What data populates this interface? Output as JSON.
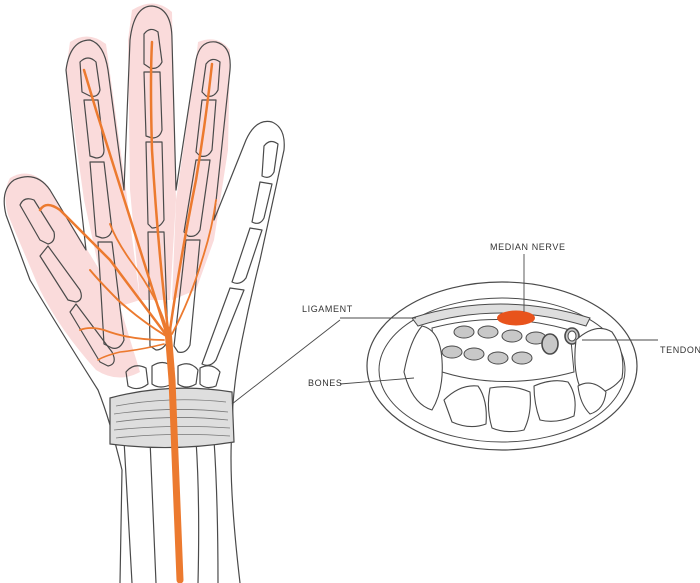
{
  "labels": {
    "ligament": "LIGAMENT",
    "bones": "BONES",
    "median_nerve": "MEDIAN NERVE",
    "tendons": "TENDONS"
  },
  "colors": {
    "nerve": "#ec7a2f",
    "median_nerve_fill": "#e8531c",
    "pain_zone": "#fadada",
    "ligament_fill": "#dedede",
    "tendon_fill": "#c8c8c8",
    "outline": "#4a4a4a"
  }
}
